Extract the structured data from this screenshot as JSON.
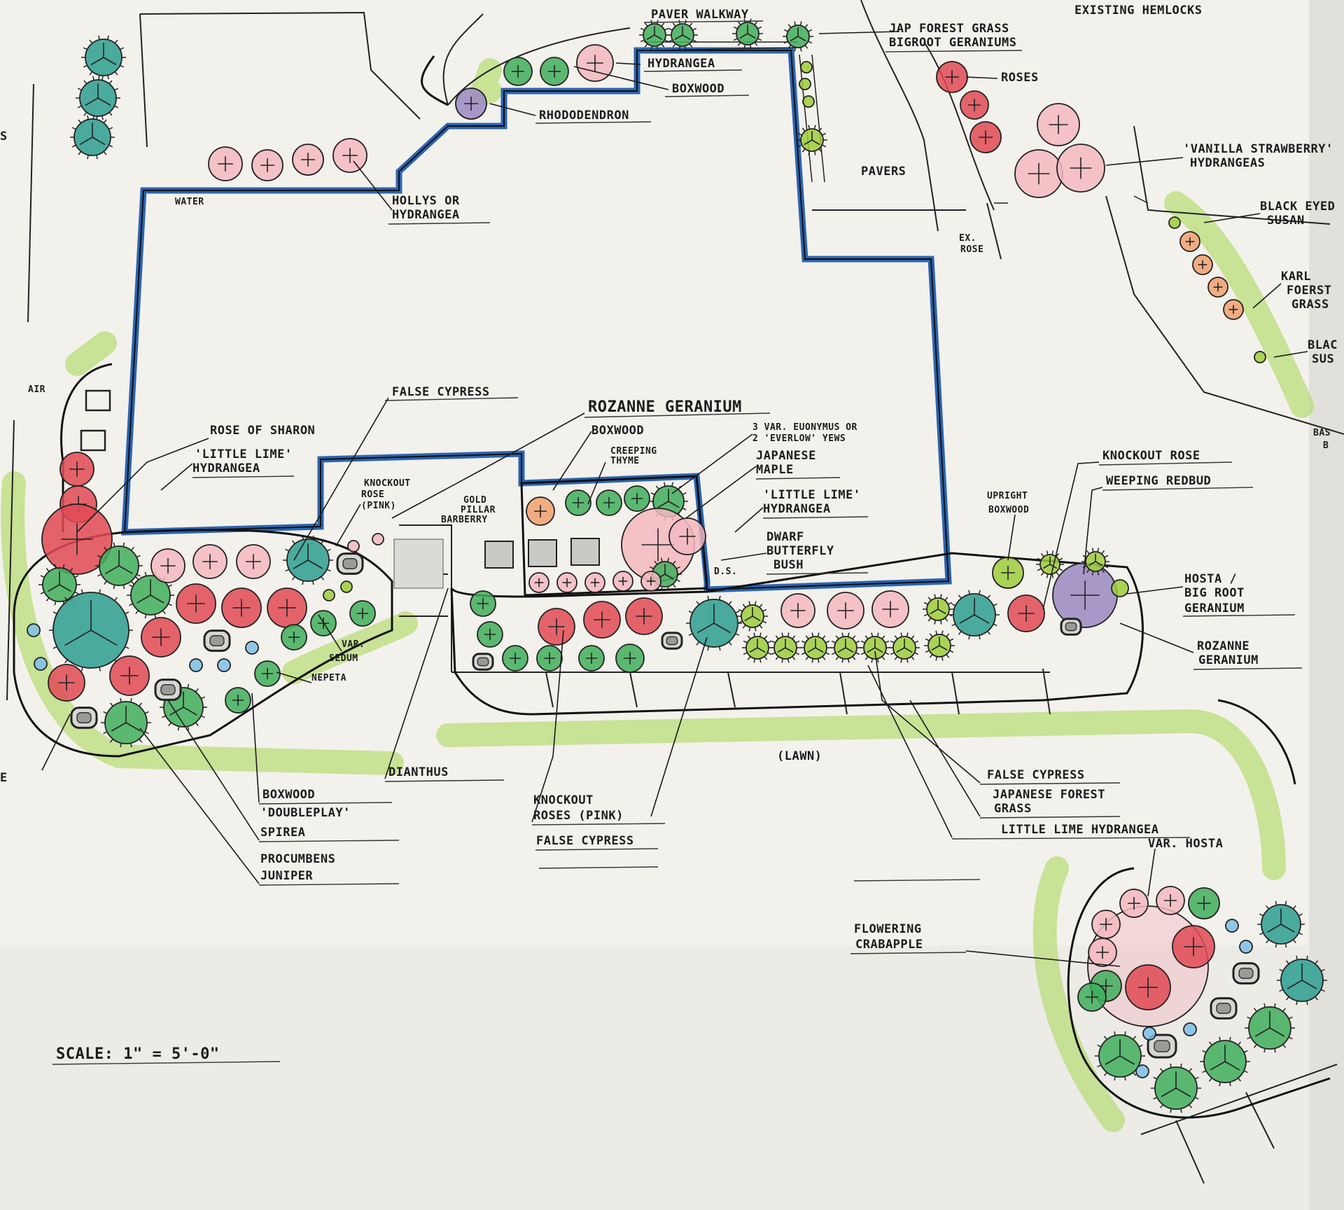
{
  "labels": {
    "paver_walkway": "PAVER WALKWAY",
    "jap_forest_grass": "JAP FOREST GRASS",
    "bigroot_geraniums": "BIGROOT GERANIUMS",
    "existing_hemlocks": "EXISTING HEMLOCKS",
    "hydrangea": "HYDRANGEA",
    "boxwood_top": "BOXWOOD",
    "rhododendron": "RHODODENDRON",
    "roses": "ROSES",
    "vanilla_strawberry": "'VANILLA STRAWBERRY'",
    "hydrangeas": "HYDRANGEAS",
    "pavers": "PAVERS",
    "water": "WATER",
    "hollys_or_hydrangea_1": "HOLLYS OR",
    "hollys_or_hydrangea_2": "HYDRANGEA",
    "black_eyed_susan_1": "BLACK EYED",
    "black_eyed_susan_2": "SUSAN",
    "ex_rose_1": "EX.",
    "ex_rose_2": "ROSE",
    "karl_foerster_1": "KARL",
    "karl_foerster_2": "FOERST",
    "karl_foerster_3": "GRASS",
    "black_eyed_susan_b_1": "BLAC",
    "black_eyed_susan_b_2": "SUS",
    "air": "AIR",
    "false_cypress_top": "FALSE CYPRESS",
    "rozanne_geranium_top": "ROZANNE GERANIUM",
    "boxwood_mid": "BOXWOOD",
    "var_euonymus_1": "3 VAR. EUONYMUS OR",
    "var_euonymus_2": "2 'EVERLOW' YEWS",
    "rose_of_sharon": "ROSE OF SHARON",
    "little_lime_1": "'LITTLE LIME'",
    "little_lime_2": "HYDRANGEA",
    "knockout_rose_pink_1": "KNOCKOUT",
    "knockout_rose_pink_2": "ROSE",
    "knockout_rose_pink_3": "(PINK)",
    "gold_pillar_1": "GOLD",
    "gold_pillar_2": "PILLAR",
    "gold_pillar_3": "BARBERRY",
    "creeping_thyme_1": "CREEPING",
    "creeping_thyme_2": "THYME",
    "japanese_maple_1": "JAPANESE",
    "japanese_maple_2": "MAPLE",
    "little_lime_b_1": "'LITTLE LIME'",
    "little_lime_b_2": "HYDRANGEA",
    "dwarf_butterfly_1": "DWARF",
    "dwarf_butterfly_2": "BUTTERFLY",
    "dwarf_butterfly_3": "BUSH",
    "ds": "D.S.",
    "knockout_rose_r": "KNOCKOUT ROSE",
    "weeping_redbud": "WEEPING REDBUD",
    "upright_boxwood_1": "UPRIGHT",
    "upright_boxwood_2": "BOXWOOD",
    "hosta_bigroot_1": "HOSTA /",
    "hosta_bigroot_2": "BIG ROOT",
    "hosta_bigroot_3": "GERANIUM",
    "rozanne_geranium_r_1": "ROZANNE",
    "rozanne_geranium_r_2": "GERANIUM",
    "var_sedum_1": "VAR.",
    "var_sedum_2": "SEDUM",
    "nepeta": "NEPETA",
    "dianthus": "DIANTHUS",
    "lawn": "(LAWN)",
    "boxwood_bottom": "BOXWOOD",
    "doubleplay_1": "'DOUBLEPLAY'",
    "doubleplay_2": "SPIREA",
    "procumbens_1": "PROCUMBENS",
    "procumbens_2": "JUNIPER",
    "knockout_roses_pink_1": "KNOCKOUT",
    "knockout_roses_pink_2": "ROSES (PINK)",
    "false_cypress_bottom": "FALSE CYPRESS",
    "false_cypress_r": "FALSE CYPRESS",
    "japanese_forest_1": "JAPANESE FOREST",
    "japanese_forest_2": "GRASS",
    "little_lime_hydrangea_r": "LITTLE LIME HYDRANGEA",
    "var_hosta": "VAR. HOSTA",
    "flowering_crabapple_1": "FLOWERING",
    "flowering_crabapple_2": "CRABAPPLE",
    "scale": "SCALE: 1\" = 5'-0\"",
    "edge_e": "E",
    "edge_s": "S",
    "basin_1": "BAS",
    "basin_2": "B"
  },
  "colors": {
    "paper": "#f3f1ec",
    "house_wall": "#2b64b0",
    "lawn": "#b9dc7a",
    "red": "#e04a55",
    "pink": "#f3b8c0",
    "green": "#3fae5a",
    "teal": "#2b9e8f",
    "lime": "#9ccc3c",
    "purple": "#9a88c2",
    "orange": "#f0a070",
    "blue_dot": "#7ec0e6",
    "gray_rock": "#8a8a8a"
  }
}
